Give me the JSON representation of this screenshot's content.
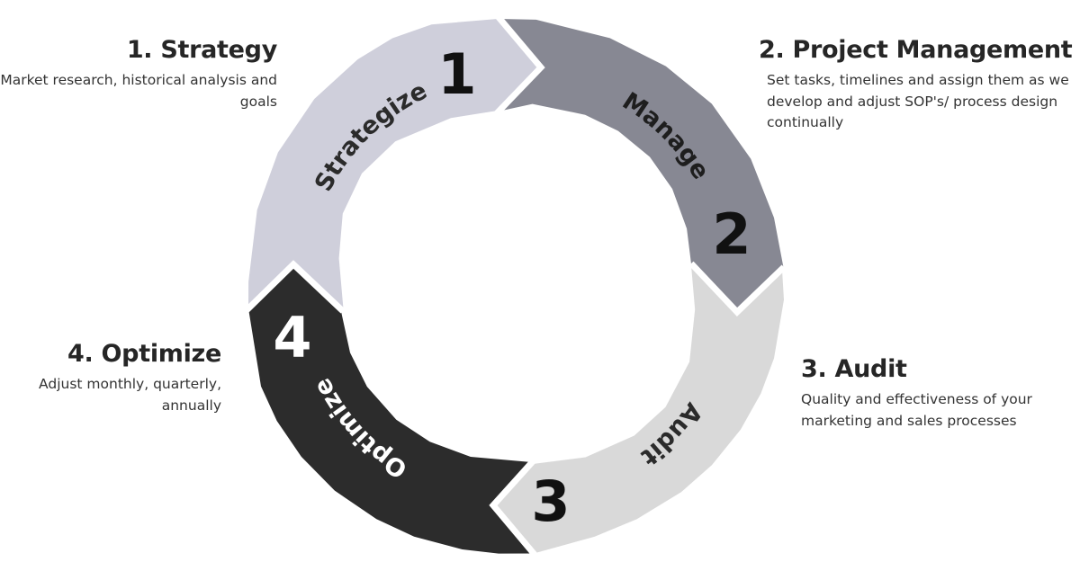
{
  "stages": [
    {
      "number": "1",
      "name": "Strategize",
      "heading": "1. Strategy",
      "description": "Market research, historical analysis and goals",
      "color": "#cfcfdb",
      "text_color": "#2b2b2b"
    },
    {
      "number": "2",
      "name": "Manage",
      "heading": "2. Project Management",
      "description": "Set tasks, timelines and assign them as we develop and adjust SOP's/ process design continually",
      "color": "#878893",
      "text_color": "#1e1e1e"
    },
    {
      "number": "3",
      "name": "Audit",
      "heading": "3. Audit",
      "description": "Quality and effectiveness of your marketing and sales processes",
      "color": "#d9d9d9",
      "text_color": "#2b2b2b"
    },
    {
      "number": "4",
      "name": "Optimize",
      "heading": "4. Optimize",
      "description": "Adjust monthly, quarterly, annually",
      "color": "#2c2c2c",
      "text_color": "#ffffff"
    }
  ]
}
